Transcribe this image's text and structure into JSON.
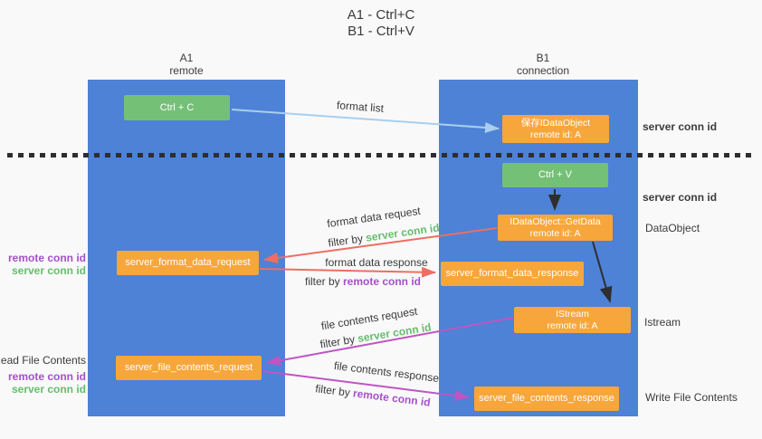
{
  "title": {
    "line1": "A1 - Ctrl+C",
    "line2": "B1 - Ctrl+V"
  },
  "columns": {
    "left": {
      "header_line1": "A1",
      "header_line2": "remote"
    },
    "right": {
      "header_line1": "B1",
      "header_line2": "connection"
    }
  },
  "boxes": {
    "ctrl_c": "Ctrl + C",
    "save_idataobject": {
      "line1": "保存IDataObject",
      "line2": "remote id: A"
    },
    "ctrl_v": "Ctrl + V",
    "getdata": {
      "line1": "IDataObject::GetData",
      "line2": "remote id: A"
    },
    "server_format_data_request": "server_format_data_request",
    "server_format_data_response": "server_format_data_response",
    "istream": {
      "line1": "IStream",
      "line2": "remote id: A"
    },
    "server_file_contents_request": "server_file_contents_request",
    "server_file_contents_response": "server_file_contents_response"
  },
  "arrow_labels": {
    "format_list": "format list",
    "format_data_request": "format data request",
    "format_data_response": "format data response",
    "file_contents_request": "file contents request",
    "file_contents_response": "file contents response",
    "filter_by": "filter by ",
    "server_conn_id": "server conn id",
    "remote_conn_id": "remote conn id"
  },
  "side_labels": {
    "server_conn_id": "server conn id",
    "remote_conn_id": "remote conn id",
    "dataobject": "DataObject",
    "istream": "Istream",
    "read_file_contents": "Read File Contents",
    "write_file_contents": "Write File Contents"
  },
  "colors": {
    "column_blue": "#4d82d6",
    "box_green": "#74c077",
    "box_orange": "#f7a63b",
    "arrow_light_blue": "#a9cfec",
    "arrow_red": "#ee6e62",
    "arrow_magenta": "#bf55c3",
    "arrow_black": "#2e2e2e",
    "label_green": "#67bd6b",
    "label_purple": "#a64fc9",
    "text_dark": "#3b3b3b"
  }
}
